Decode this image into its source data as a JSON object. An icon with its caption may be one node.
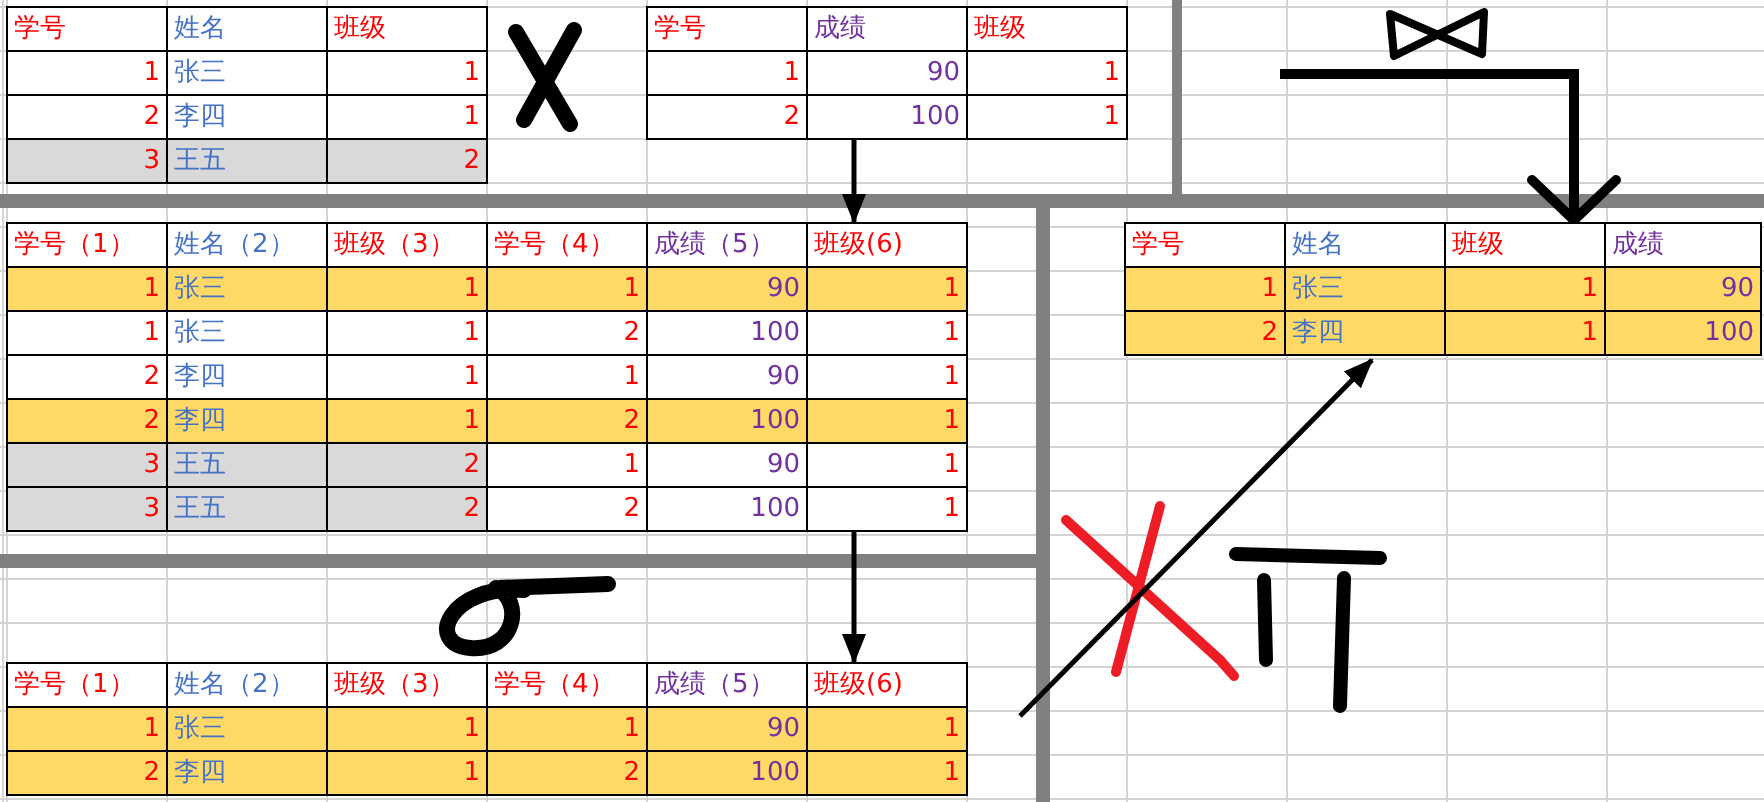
{
  "diagram": {
    "nodes": [
      {
        "text": [
          "学号",
          "姓名",
          "班级",
          "1",
          "张三",
          "1",
          "2",
          "李四",
          "1",
          "3",
          "王五",
          "2"
        ]
      },
      {
        "text": [
          "学号",
          "成绩",
          "班级",
          "1",
          "90",
          "1",
          "2",
          "100",
          "1"
        ]
      },
      {
        "text": [
          "学号（1）",
          "姓名（2）",
          "班级（3）",
          "学号（4）",
          "成绩（5）",
          "班级(6)",
          "1",
          "张三",
          "1",
          "1",
          "90",
          "1",
          "1",
          "张三",
          "1",
          "2",
          "100",
          "1",
          "2",
          "李四",
          "1",
          "1",
          "90",
          "1",
          "2",
          "李四",
          "1",
          "2",
          "100",
          "1",
          "3",
          "王五",
          "2",
          "1",
          "90",
          "1",
          "3",
          "王五",
          "2",
          "2",
          "100",
          "1"
        ]
      },
      {
        "text": [
          "学号（1）",
          "姓名（2）",
          "班级（3）",
          "学号（4）",
          "成绩（5）",
          "班级(6)",
          "1",
          "张三",
          "1",
          "1",
          "90",
          "1",
          "2",
          "李四",
          "1",
          "2",
          "100",
          "1"
        ]
      },
      {
        "text": [
          "学号",
          "姓名",
          "班级",
          "成绩",
          "1",
          "张三",
          "1",
          "90",
          "2",
          "李四",
          "1",
          "100"
        ]
      }
    ],
    "edges": [
      {
        "from": 1,
        "to": 2,
        "arrow": "to"
      },
      {
        "from": 2,
        "to": 3,
        "arrow": "to"
      },
      {
        "from": null,
        "to": 4,
        "arrow": "to",
        "style": "thick"
      },
      {
        "from": null,
        "to": 4,
        "arrow": "to"
      }
    ]
  }
}
